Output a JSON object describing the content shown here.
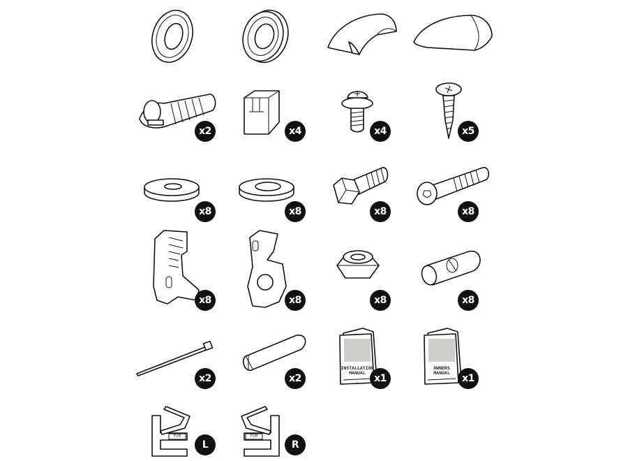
{
  "parts": [
    {
      "name": "ring-spacer-flat",
      "badge": ""
    },
    {
      "name": "ring-spacer-thick",
      "badge": ""
    },
    {
      "name": "end-cap-open",
      "badge": ""
    },
    {
      "name": "end-cap-closed",
      "badge": ""
    },
    {
      "name": "lock-cylinder",
      "badge": "x2"
    },
    {
      "name": "t-slot-block",
      "badge": "x4"
    },
    {
      "name": "short-machine-screw",
      "badge": "x4"
    },
    {
      "name": "self-tapping-screw",
      "badge": "x5"
    },
    {
      "name": "washer-small-hole",
      "badge": "x8"
    },
    {
      "name": "washer-large-hole",
      "badge": "x8"
    },
    {
      "name": "hex-bolt",
      "badge": "x8"
    },
    {
      "name": "socket-cap-bolt",
      "badge": "x8"
    },
    {
      "name": "clamp-bracket-a",
      "badge": "x8"
    },
    {
      "name": "clamp-bracket-b",
      "badge": "x8"
    },
    {
      "name": "lock-nut",
      "badge": "x8"
    },
    {
      "name": "cross-dowel",
      "badge": "x8"
    },
    {
      "name": "cable-tie",
      "badge": "x2"
    },
    {
      "name": "rubber-strip",
      "badge": "x2"
    },
    {
      "name": "installation-manual",
      "badge": "x1",
      "cover_text": "INSTALLATION MANUAL"
    },
    {
      "name": "owners-manual",
      "badge": "x1",
      "cover_text": "OWNERS MANUAL"
    },
    {
      "name": "fitting-clip-left",
      "badge": "L",
      "mark": "POM"
    },
    {
      "name": "fitting-clip-right",
      "badge": "R",
      "mark": "POM"
    }
  ]
}
